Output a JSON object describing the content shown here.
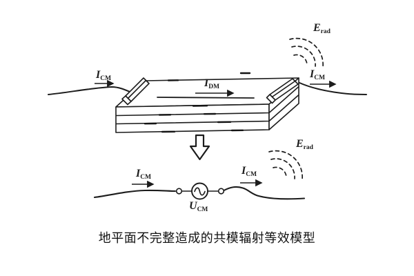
{
  "figure": {
    "caption": "地平面不完整造成的共模辐射等效模型"
  },
  "labels": {
    "icm": {
      "base": "I",
      "sub": "CM"
    },
    "idm": {
      "base": "I",
      "sub": "DM"
    },
    "erad": {
      "base": "E",
      "sub": "rad"
    },
    "ucm": {
      "base": "U",
      "sub": "CM"
    }
  },
  "colors": {
    "ink": "#1c1c1c",
    "background": "#ffffff"
  }
}
